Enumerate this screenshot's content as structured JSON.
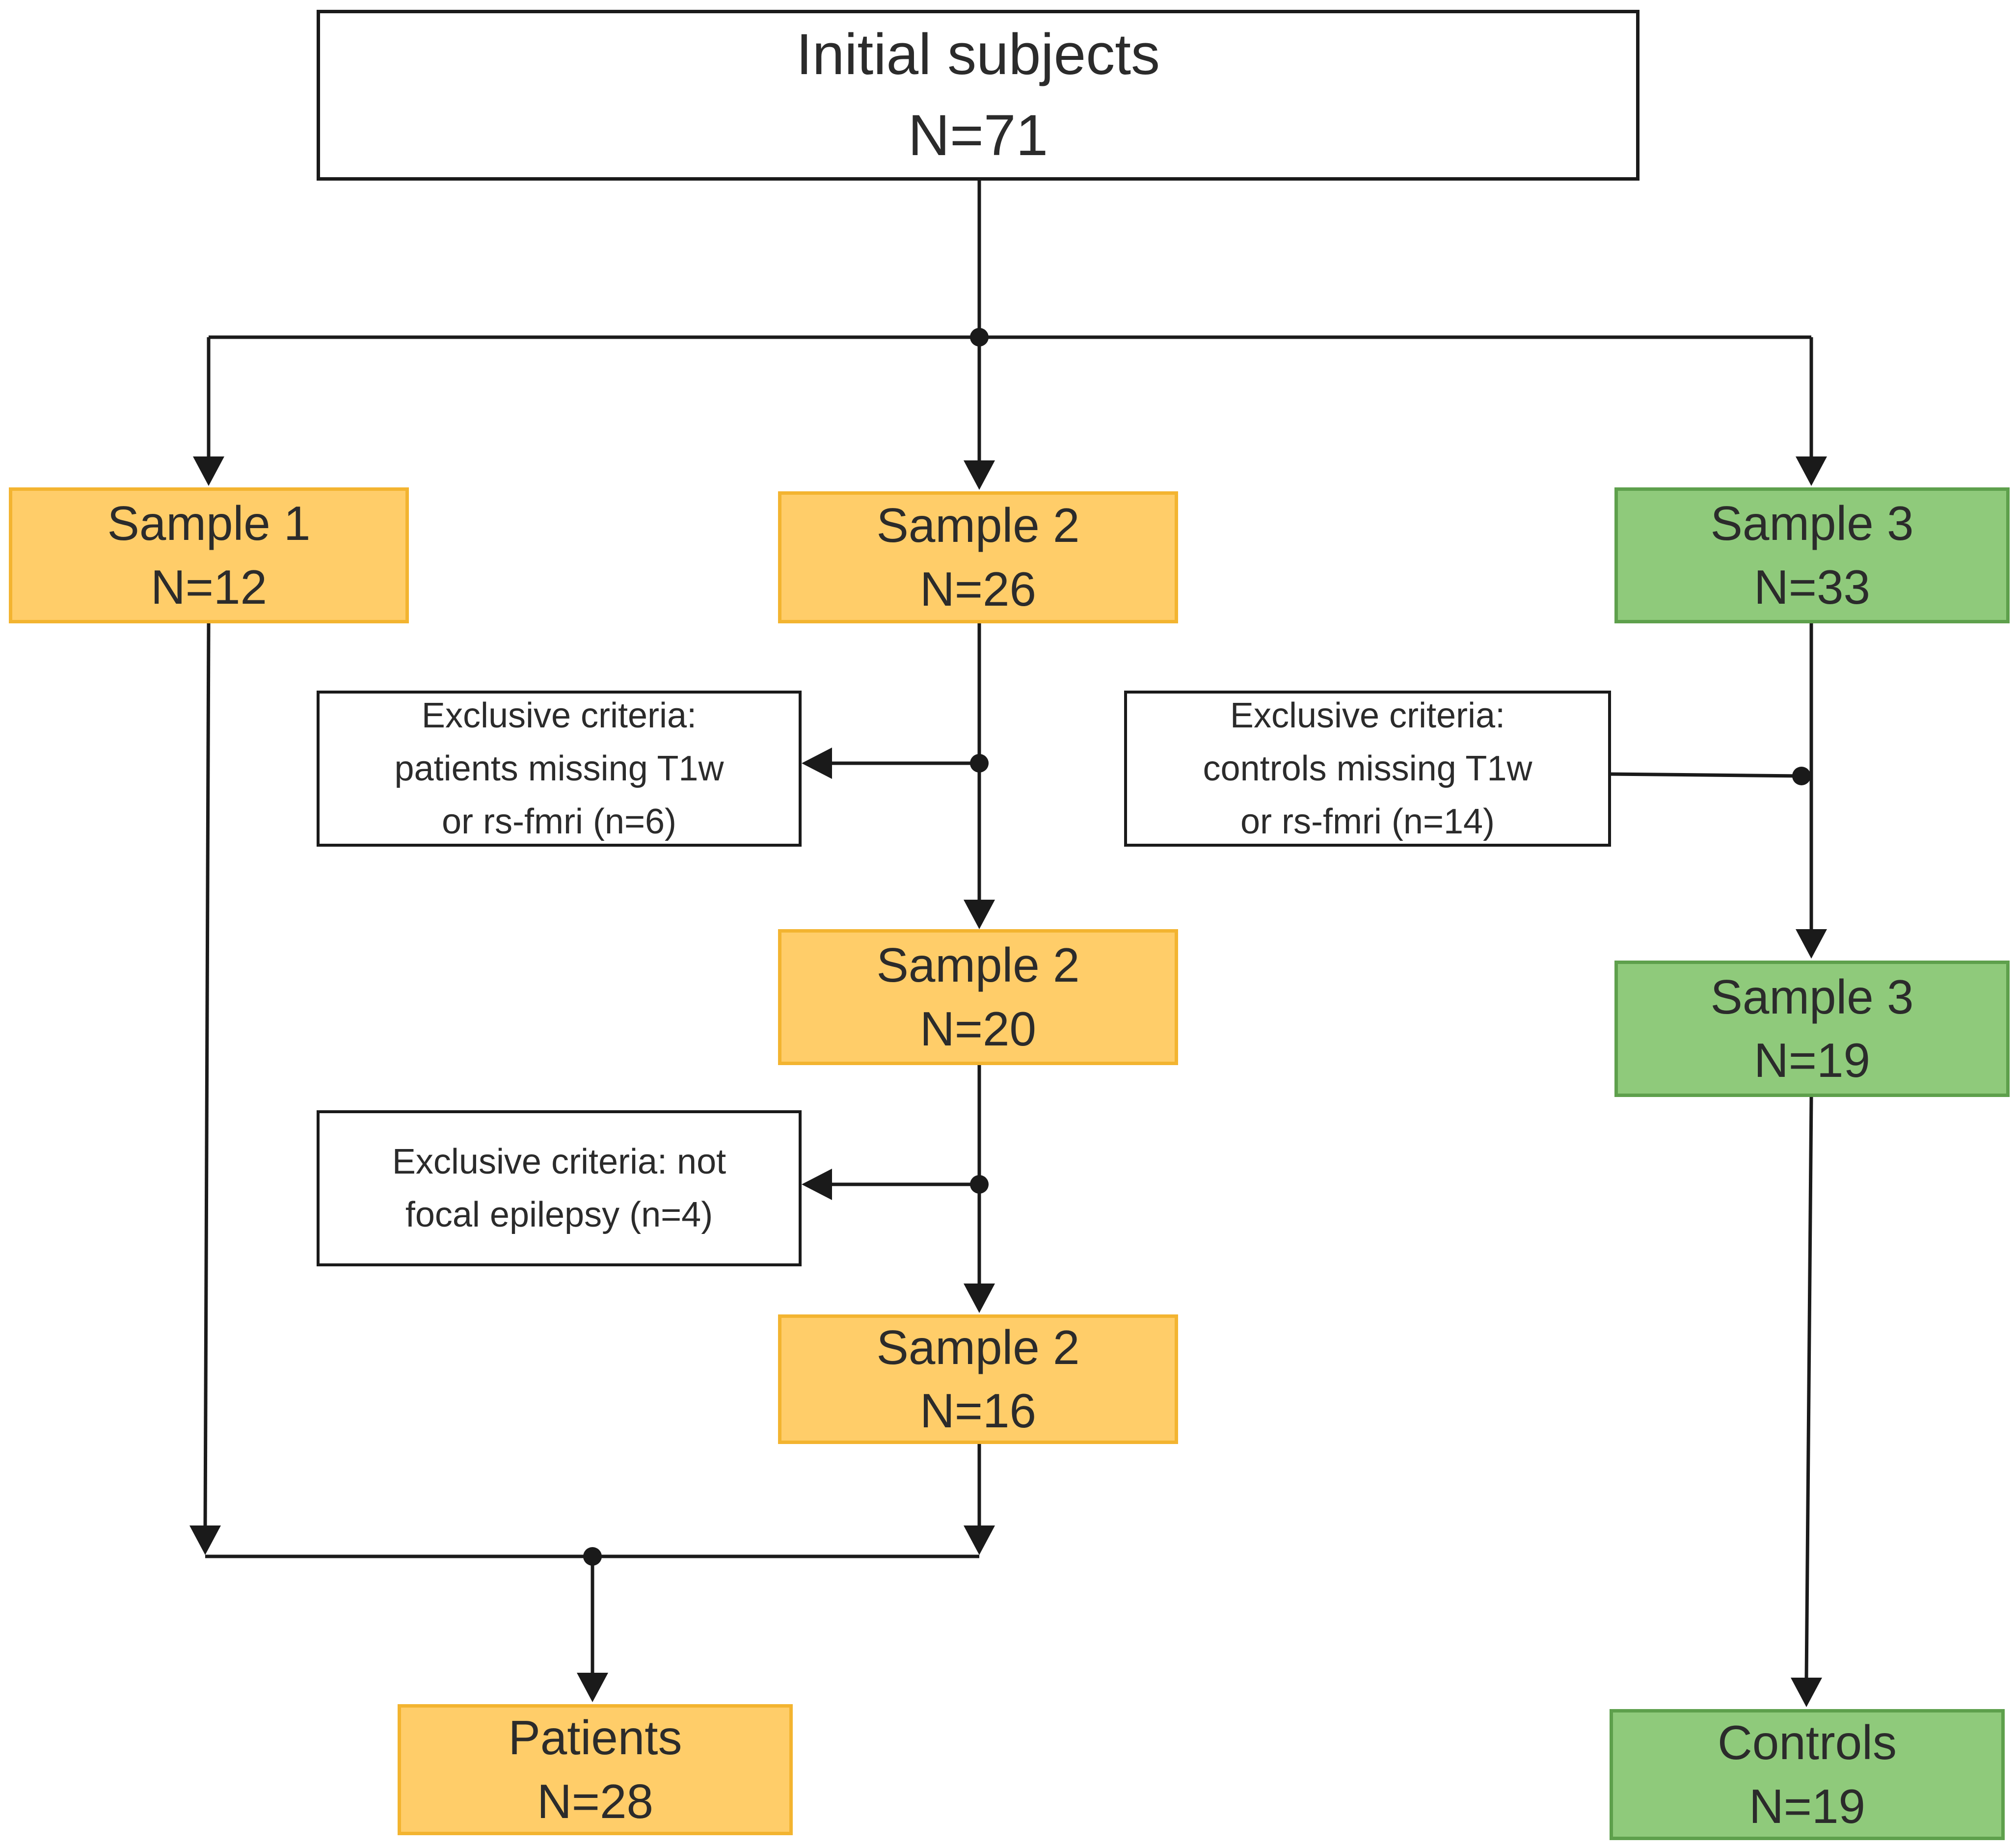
{
  "nodes": {
    "initial": {
      "title": "Initial subjects",
      "count": "N=71"
    },
    "sample1": {
      "title": "Sample 1",
      "count": "N=12"
    },
    "sample2a": {
      "title": "Sample 2",
      "count": "N=26"
    },
    "sample3a": {
      "title": "Sample  3",
      "count": "N=33"
    },
    "sample2b": {
      "title": "Sample 2",
      "count": "N=20"
    },
    "sample3b": {
      "title": "Sample  3",
      "count": "N=19"
    },
    "sample2c": {
      "title": "Sample 2",
      "count": "N=16"
    },
    "patients": {
      "title": "Patients",
      "count": "N=28"
    },
    "controls": {
      "title": "Controls",
      "count": "N=19"
    }
  },
  "exclusions": {
    "patients_missing": {
      "lines": [
        "Exclusive  criteria:",
        "patients missing T1w",
        "or rs-fmri (n=6)"
      ]
    },
    "controls_missing": {
      "lines": [
        "Exclusive  criteria:",
        "controls  missing T1w",
        "or rs-fmri (n=14)"
      ]
    },
    "not_focal": {
      "lines": [
        "Exclusive  criteria: not",
        "focal epilepsy  (n=4)"
      ]
    }
  },
  "colors": {
    "patient_fill": "#ffcd69",
    "patient_border": "#f3b430",
    "control_fill": "#8fca7b",
    "control_border": "#5ea04c",
    "line": "#1a1a1a"
  }
}
